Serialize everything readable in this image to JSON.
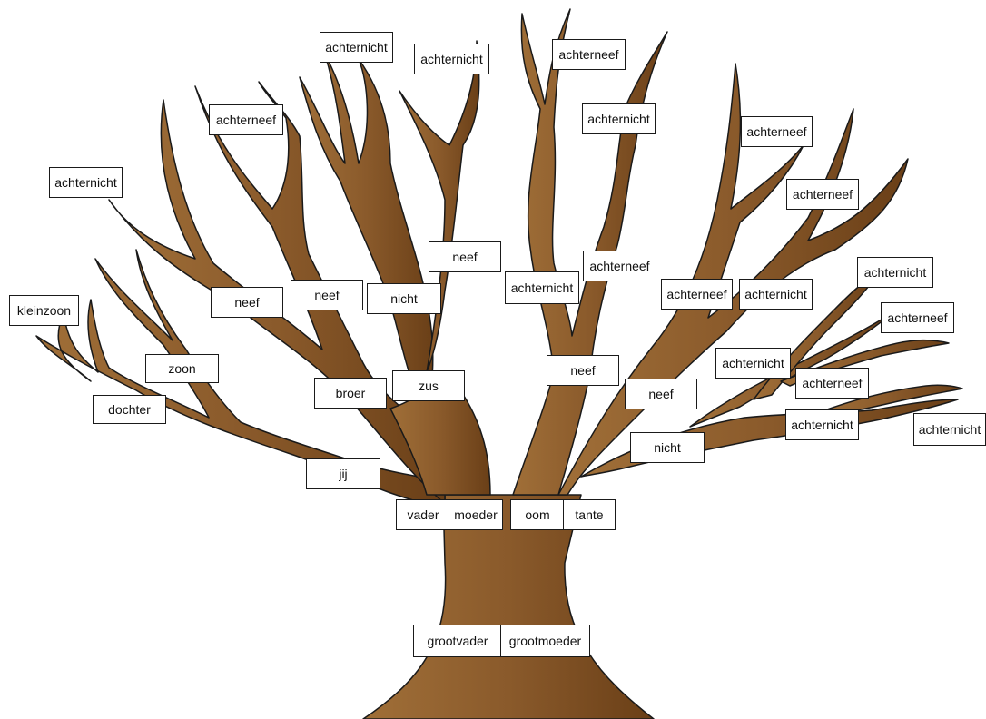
{
  "colors": {
    "bark_light": "#a06f38",
    "bark_mid": "#8a5a2b",
    "bark_dark": "#6a3f17",
    "outline": "#1a1a1a",
    "label_bg": "#ffffff"
  },
  "labels": {
    "grootvader": "grootvader",
    "grootmoeder": "grootmoeder",
    "vader": "vader",
    "moeder": "moeder",
    "oom": "oom",
    "tante": "tante",
    "jij": "jij",
    "broer": "broer",
    "zus": "zus",
    "zoon": "zoon",
    "dochter": "dochter",
    "kleinzoon": "kleinzoon",
    "neef_left": "neef",
    "neef_mid": "neef",
    "nicht_mid": "nicht",
    "neef_top": "neef",
    "achternicht_1": "achternicht",
    "achternicht_2": "achternicht",
    "achterneef_1": "achterneef",
    "achternicht_3": "achternicht",
    "achterneef_2": "achterneef",
    "achternicht_4": "achternicht",
    "achterneef_3": "achterneef",
    "achternicht_5": "achternicht",
    "achterneef_4": "achterneef",
    "achterneef_5": "achterneef",
    "achterneef_6": "achterneef",
    "achternicht_6": "achternicht",
    "achternicht_7": "achternicht",
    "achterneef_7": "achterneef",
    "achternicht_8": "achternicht",
    "achterneef_8": "achterneef",
    "achternicht_9": "achternicht",
    "achternicht_10": "achternicht",
    "neef_right1": "neef",
    "neef_right2": "neef",
    "nicht_right": "nicht"
  }
}
